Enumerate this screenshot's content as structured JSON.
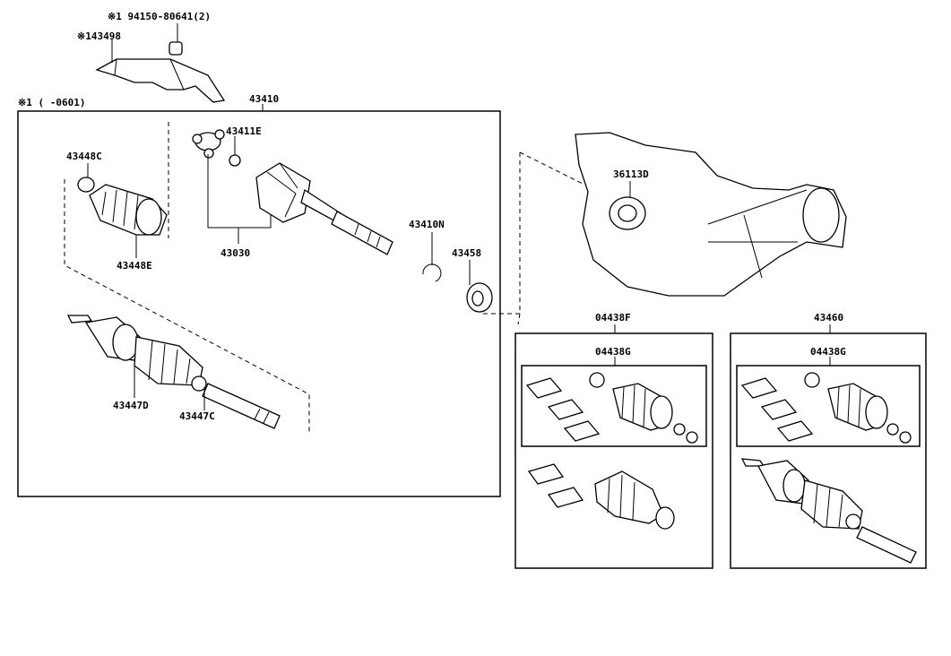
{
  "header_notes": {
    "note_1": "※1 94150-80641(2)",
    "note_2": "※143498",
    "note_3": "※1 (    -0601)"
  },
  "part_numbers": {
    "p43410": "43410",
    "p43411E": "43411E",
    "p43448C": "43448C",
    "p43448E": "43448E",
    "p43030": "43030",
    "p43410N": "43410N",
    "p43458": "43458",
    "p43447D": "43447D",
    "p43447C": "43447C",
    "p36113D": "36113D",
    "p04438F": "04438F",
    "p04438G_a": "04438G",
    "p43460": "43460",
    "p04438G_b": "04438G"
  }
}
